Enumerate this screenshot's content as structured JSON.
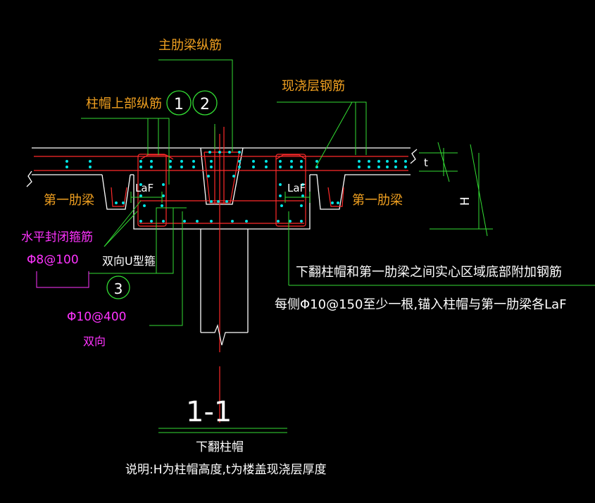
{
  "labels": {
    "main_rib_long_bar": "主肋梁纵筋",
    "cap_top_long_bar": "柱帽上部纵筋",
    "cast_layer_bar": "现浇层钢筋",
    "first_rib_beam_left": "第一肋梁",
    "first_rib_beam_right": "第一肋梁",
    "laf_left": "LaF",
    "laf_right": "LaF",
    "horizontal_stirrup": "水平封闭箍筋",
    "horizontal_stirrup_spec": "Φ8@100",
    "u_stirrup": "双向U型箍",
    "u_stirrup_spec": "Φ10@400",
    "two_way": "双向",
    "extra_bar_title": "下翻柱帽和第一肋梁之间实心区域底部附加钢筋",
    "extra_bar_spec": "每侧Φ10@150至少一根,锚入柱帽与第一肋梁各LaF",
    "dim_t": "t",
    "dim_h": "H",
    "section_mark": "1-1",
    "section_name": "下翻柱帽",
    "note": "说明:H为柱帽高度,t为楼盖现浇层厚度"
  },
  "callouts": [
    "1",
    "2",
    "3"
  ],
  "colors": {
    "background": "#000000",
    "concrete": "#ffffff",
    "rebar": "#ff2a2a",
    "rebar_dot": "#00e5e5",
    "leader": "#33dd33",
    "label_orange": "#f0a020",
    "label_magenta": "#ff33ff",
    "text_white": "#ffffff"
  }
}
